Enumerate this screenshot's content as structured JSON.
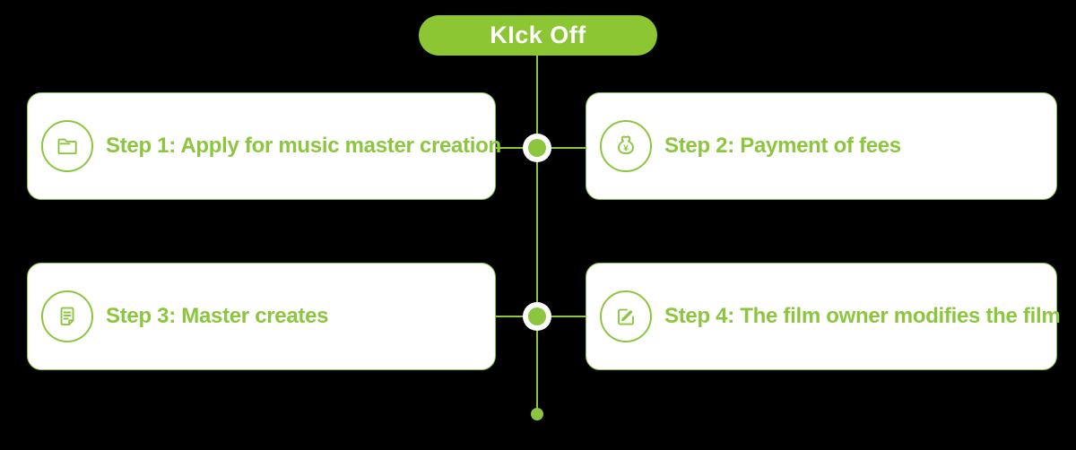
{
  "page": {
    "background": "#000000"
  },
  "kickoff": {
    "label": "KIck Off"
  },
  "colors": {
    "accent_green": "#8CC63F",
    "pill_green": "#8CC632",
    "card_background": "#FFFFFF",
    "text_green": "#8CC63F",
    "kickoff_text": "#FFFFFF",
    "node_ring": "#FFFFFF"
  },
  "timeline": {
    "node_count": 2,
    "has_end_dot": true
  },
  "steps": [
    {
      "label": "Step 1: Apply for music master creation",
      "icon": "folder-icon"
    },
    {
      "label": "Step 2: Payment of fees",
      "icon": "money-bag-icon",
      "currency_symbol": "¥"
    },
    {
      "label": "Step 3: Master creates",
      "icon": "document-icon"
    },
    {
      "label": "Step 4: The film owner modifies the film",
      "icon": "edit-icon"
    }
  ]
}
